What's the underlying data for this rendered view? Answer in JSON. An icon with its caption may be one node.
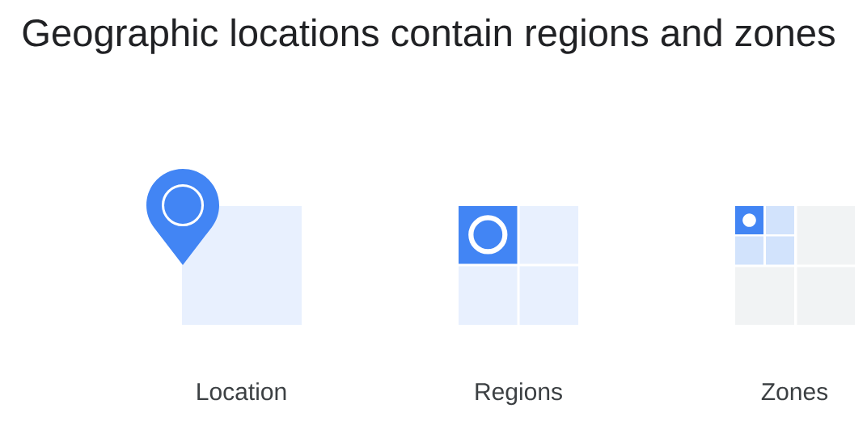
{
  "diagram": {
    "title": "Geographic locations contain regions and zones",
    "labels": [
      "Location",
      "Regions",
      "Zones"
    ]
  }
}
